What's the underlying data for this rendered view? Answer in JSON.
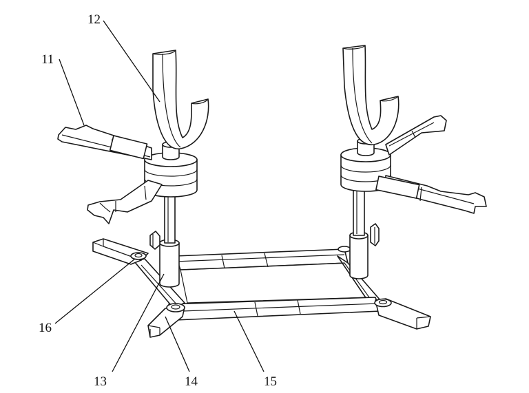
{
  "labels": {
    "l11": "11",
    "l12": "12",
    "l13": "13",
    "l14": "14",
    "l15": "15",
    "l16": "16"
  }
}
